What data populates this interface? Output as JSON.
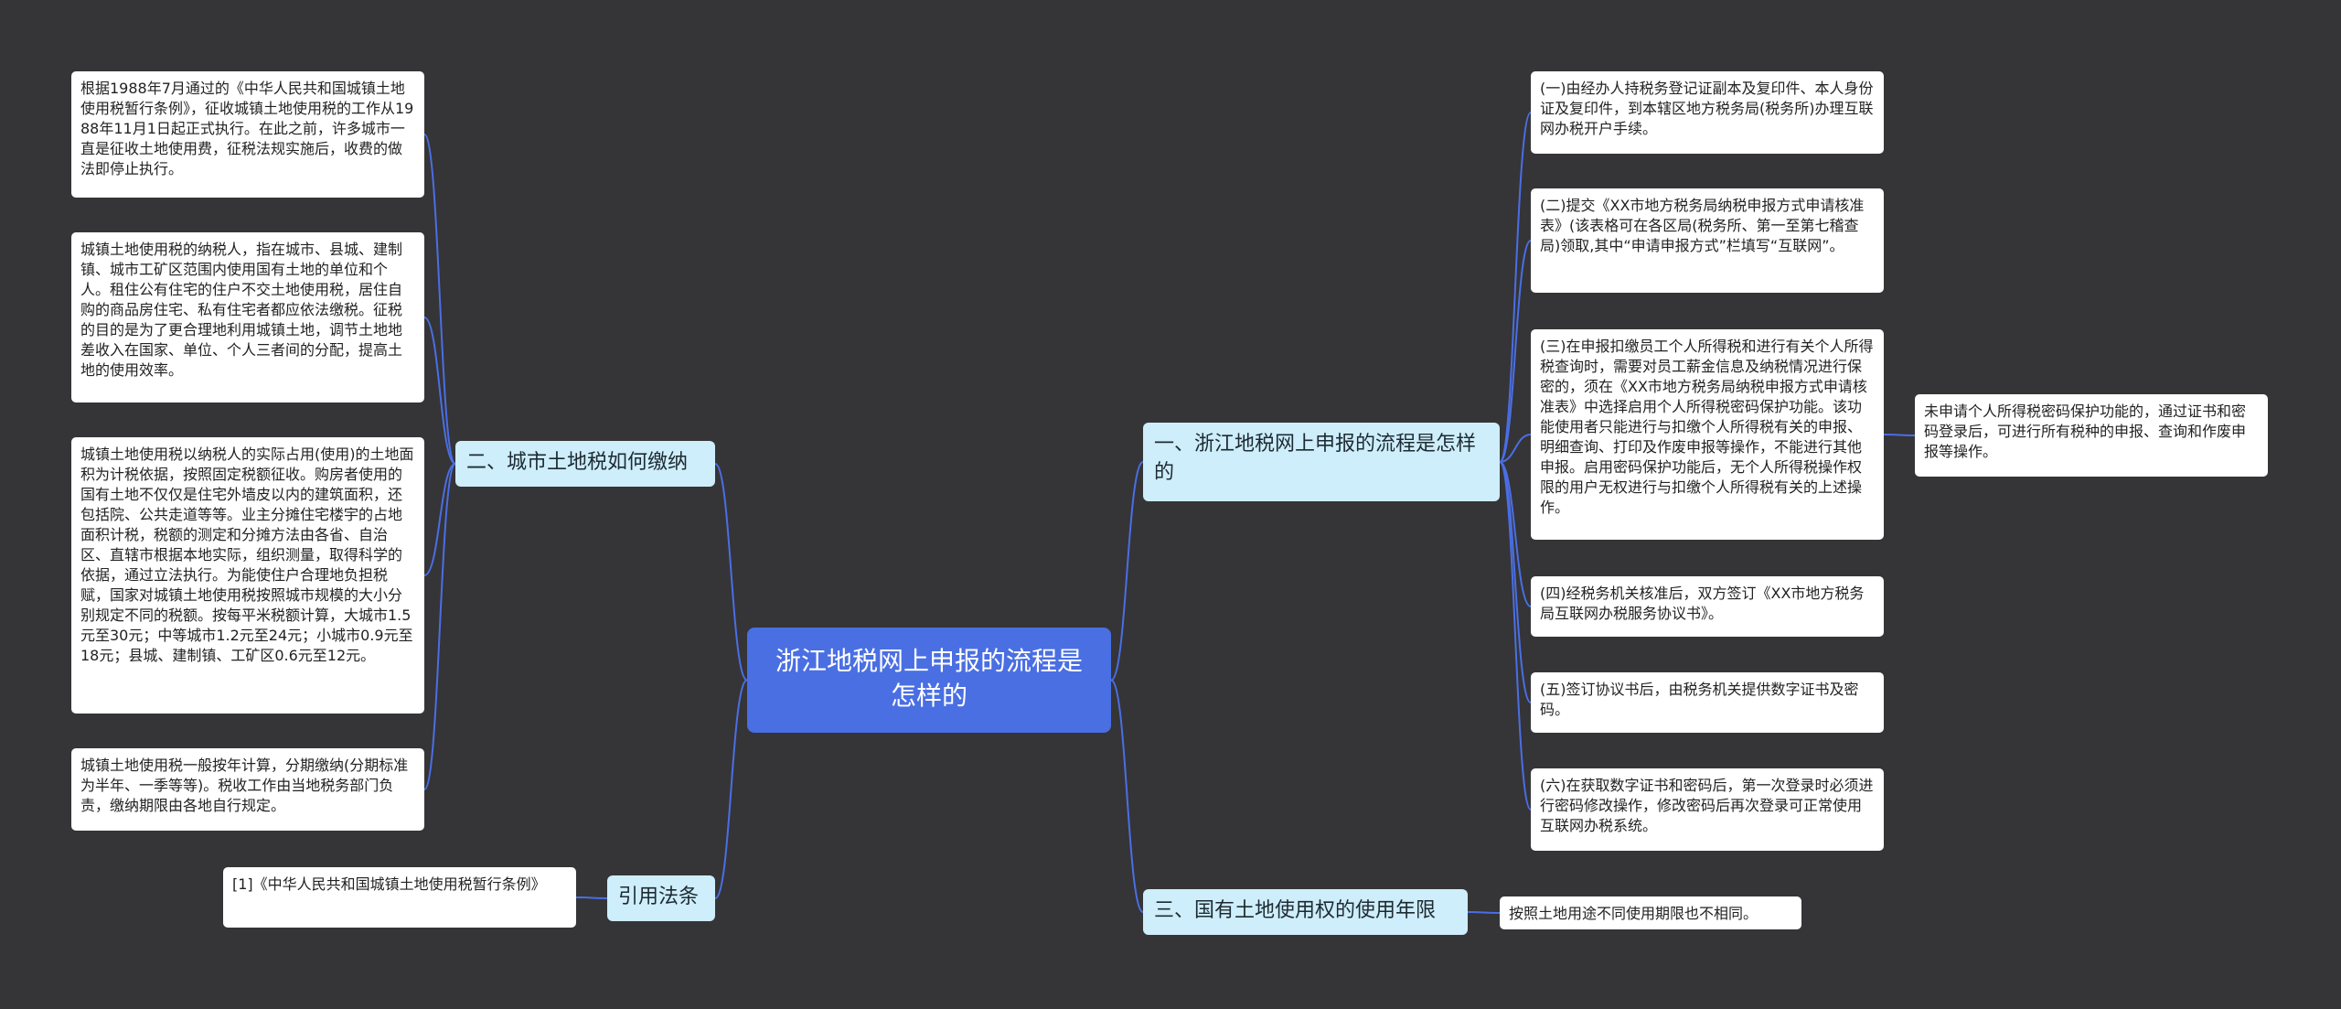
{
  "root": {
    "title": "浙江地税网上申报的流程是怎样的"
  },
  "branches": {
    "online_process": {
      "label": "一、浙江地税网上申报的流程是怎样的",
      "steps": [
        "(一)由经办人持税务登记证副本及复印件、本人身份证及复印件，到本辖区地方税务局(税务所)办理互联网办税开户手续。",
        "(二)提交《XX市地方税务局纳税申报方式申请核准表》(该表格可在各区局(税务所、第一至第七稽查局)领取,其中“申请申报方式”栏填写“互联网”。",
        "(三)在申报扣缴员工个人所得税和进行有关个人所得税查询时，需要对员工薪金信息及纳税情况进行保密的，须在《XX市地方税务局纳税申报方式申请核准表》中选择启用个人所得税密码保护功能。该功能使用者只能进行与扣缴个人所得税有关的申报、明细查询、打印及作废申报等操作，不能进行其他申报。启用密码保护功能后，无个人所得税操作权限的用户无权进行与扣缴个人所得税有关的上述操作。",
        "(四)经税务机关核准后，双方签订《XX市地方税务局互联网办税服务协议书》。",
        "(五)签订协议书后，由税务机关提供数字证书及密码。",
        "(六)在获取数字证书和密码后，第一次登录时必须进行密码修改操作，修改密码后再次登录可正常使用互联网办税系统。"
      ],
      "step3_note": "未申请个人所得税密码保护功能的，通过证书和密码登录后，可进行所有税种的申报、查询和作废申报等操作。"
    },
    "land_use_term": {
      "label": "三、国有土地使用权的使用年限",
      "note": "按照土地用途不同使用期限也不相同。"
    },
    "urban_land_tax": {
      "label": "二、城市土地税如何缴纳",
      "items": [
        "根据1988年7月通过的《中华人民共和国城镇土地使用税暂行条例》，征收城镇土地使用税的工作从1988年11月1日起正式执行。在此之前，许多城市一直是征收土地使用费，征税法规实施后，收费的做法即停止执行。",
        "城镇土地使用税的纳税人，指在城市、县城、建制镇、城市工矿区范围内使用国有土地的单位和个人。租住公有住宅的住户不交土地使用税，居住自购的商品房住宅、私有住宅者都应依法缴税。征税的目的是为了更合理地利用城镇土地，调节土地地差收入在国家、单位、个人三者间的分配，提高土地的使用效率。",
        "城镇土地使用税以纳税人的实际占用(使用)的土地面积为计税依据，按照固定税额征收。购房者使用的国有土地不仅仅是住宅外墙皮以内的建筑面积，还包括院、公共走道等等。业主分摊住宅楼宇的占地面积计税，税额的测定和分摊方法由各省、自治区、直辖市根据本地实际，组织测量，取得科学的依据，通过立法执行。为能使住户合理地负担税赋，国家对城镇土地使用税按照城市规模的大小分别规定不同的税额。按每平米税额计算，大城市1.5元至30元；中等城市1.2元至24元；小城市0.9元至18元；县城、建制镇、工矿区0.6元至12元。",
        "城镇土地使用税一般按年计算，分期缴纳(分期标准为半年、一季等等)。税收工作由当地税务部门负责，缴纳期限由各地自行规定。"
      ]
    },
    "citation": {
      "label": "引用法条",
      "note": "[1]《中华人民共和国城镇土地使用税暂行条例》"
    }
  },
  "colors": {
    "background": "#353437",
    "root": "#4a6fe3",
    "branch": "#cdeefa",
    "leaf": "#ffffff",
    "link": "#4a6fe3"
  }
}
